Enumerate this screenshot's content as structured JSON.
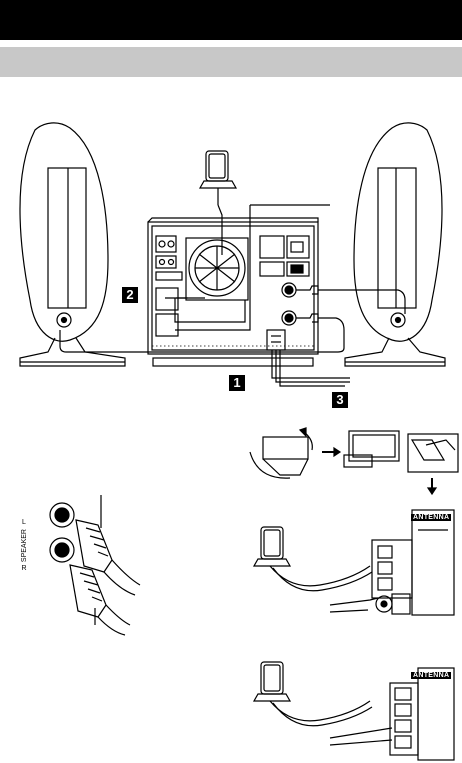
{
  "callouts": {
    "one": "1",
    "two": "2",
    "three": "3"
  },
  "speaker_jack": {
    "label": "SPEAKER",
    "left": "L",
    "right": "R"
  },
  "antenna": {
    "label_a": "ANTENNA",
    "label_b": "ANTENNA"
  },
  "colors": {
    "header_bar": "#000000",
    "section_bar": "#c8c8c8",
    "line": "#000000"
  }
}
